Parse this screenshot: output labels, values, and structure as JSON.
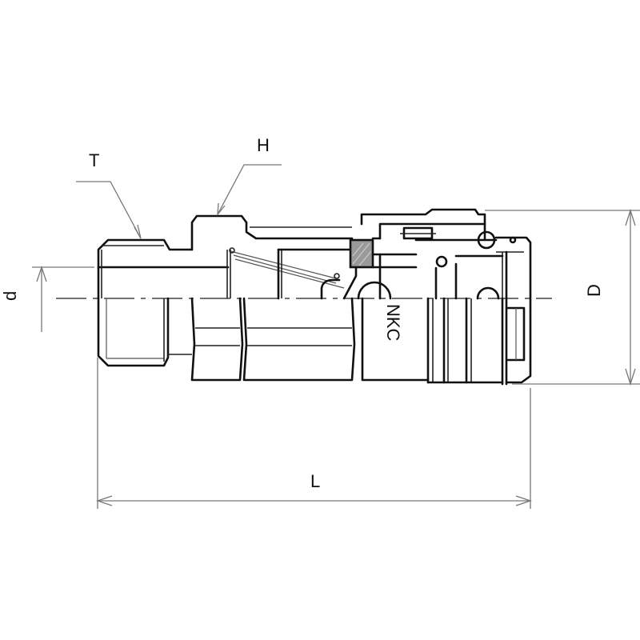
{
  "drawing": {
    "subject": "Quick coupler socket cross-section",
    "body_marking": "NKC",
    "colors": {
      "outline": "#111111",
      "dimension_line": "#777777",
      "seal_fill": "#9a9a9a",
      "background": "#ffffff"
    }
  },
  "dimensions": {
    "T": {
      "label": "T",
      "meaning": "thread"
    },
    "H": {
      "label": "H",
      "meaning": "hex across flats"
    },
    "d": {
      "label": "d",
      "meaning": "bore diameter"
    },
    "D": {
      "label": "D",
      "meaning": "outer diameter"
    },
    "L": {
      "label": "L",
      "meaning": "overall length"
    }
  }
}
